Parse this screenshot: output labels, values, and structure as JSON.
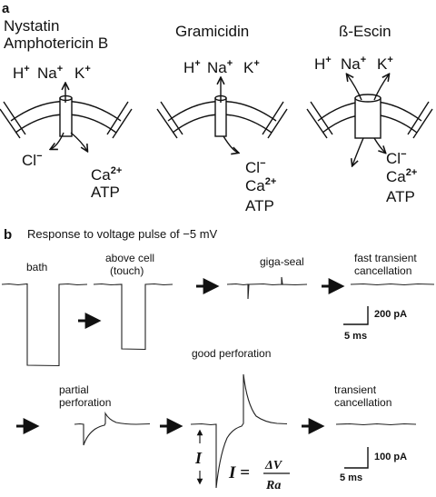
{
  "panel_a": {
    "label": "a",
    "col1_title_1": "Nystatin",
    "col1_title_2": "Amphotericin B",
    "col2_title": "Gramicidin",
    "col3_title": "ß-Escin",
    "cations": {
      "h": "H",
      "na": "Na",
      "k": "K",
      "plus": "+"
    },
    "cl": "Cl",
    "cl_charge": "−",
    "ca": "Ca",
    "ca_charge": "2+",
    "atp": "ATP"
  },
  "panel_b": {
    "label": "b",
    "title": "Response to voltage pulse of −5 mV",
    "bath": "bath",
    "above_cell_1": "above cell",
    "above_cell_2": "(touch)",
    "giga_seal": "giga-seal",
    "fast_transient_1": "fast transient",
    "fast_transient_2": "cancellation",
    "scale_top_current": "200 pA",
    "scale_top_time": "5 ms",
    "partial_1": "partial",
    "partial_2": "perforation",
    "good_perforation": "good perforation",
    "transient_1": "transient",
    "transient_2": "cancellation",
    "scale_bottom_current": "100 pA",
    "scale_bottom_time": "5 ms",
    "current_symbol": "I",
    "equation_lhs": "I =",
    "equation_num": "ΔV",
    "equation_den": "Ra"
  }
}
